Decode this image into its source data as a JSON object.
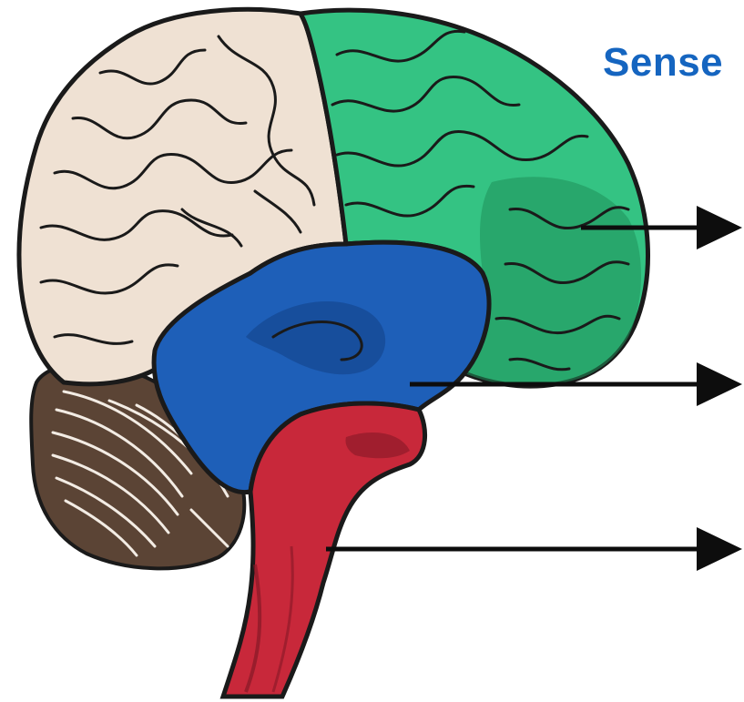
{
  "title": "Sense",
  "colors": {
    "outline": "#1a1a1a",
    "cerebrum": "#efe1d3",
    "cerebrum_fold": "#c9b3a0",
    "frontal_lobe": "#34c383",
    "frontal_lobe_dark": "#1f8f59",
    "limbic": "#1e5fb8",
    "limbic_dark": "#123f85",
    "brainstem": "#c8283a",
    "brainstem_dark": "#851826",
    "cerebellum": "#5b4435",
    "cerebellum_line": "#f3ece4",
    "arrow": "#0d0d0d",
    "title": "#1565c0"
  },
  "regions": [
    {
      "name": "cerebrum",
      "icon": "cerebrum-region"
    },
    {
      "name": "frontal-lobe",
      "icon": "frontal-lobe-region"
    },
    {
      "name": "limbic-system",
      "icon": "limbic-region"
    },
    {
      "name": "brainstem",
      "icon": "brainstem-region"
    },
    {
      "name": "cerebellum",
      "icon": "cerebellum-region"
    }
  ],
  "arrows": [
    {
      "name": "arrow-frontal-lobe",
      "from": "frontal-lobe"
    },
    {
      "name": "arrow-limbic-system",
      "from": "limbic-system"
    },
    {
      "name": "arrow-brainstem",
      "from": "brainstem"
    }
  ]
}
